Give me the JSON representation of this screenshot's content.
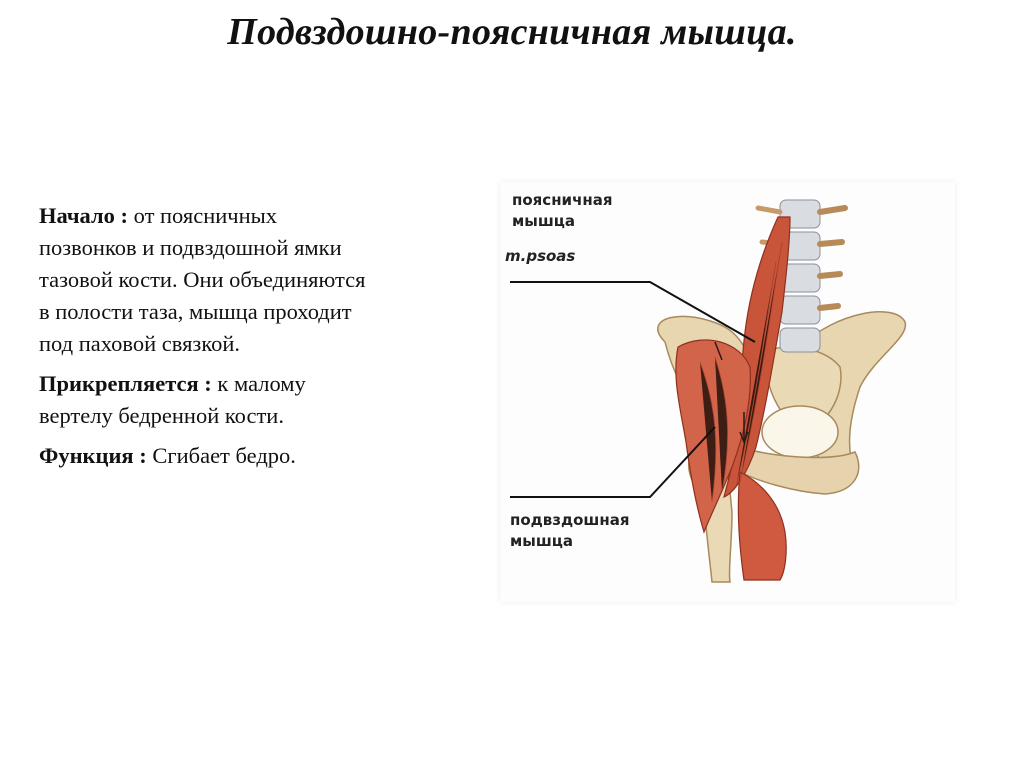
{
  "title": "Подвздошно-поясничная мышца.",
  "paragraphs": [
    {
      "label": "Начало :",
      "lines": [
        " от поясничных",
        "позвонков и подвздошной  ямки",
        "тазовой кости. Они объединяются",
        "в полости таза, мышца проходит",
        "под паховой связкой."
      ]
    },
    {
      "label": "Прикрепляется :",
      "lines": [
        " к малому",
        "вертелу бедренной кости."
      ]
    },
    {
      "label": "Функция :",
      "lines": [
        " Сгибает бедро."
      ]
    }
  ],
  "figure": {
    "label_psoas_line1": "поясничная",
    "label_psoas_line2": "мышца",
    "label_latin": "m.psoas",
    "label_iliac_line1": "подвздошная",
    "label_iliac_line2": "мышца"
  }
}
